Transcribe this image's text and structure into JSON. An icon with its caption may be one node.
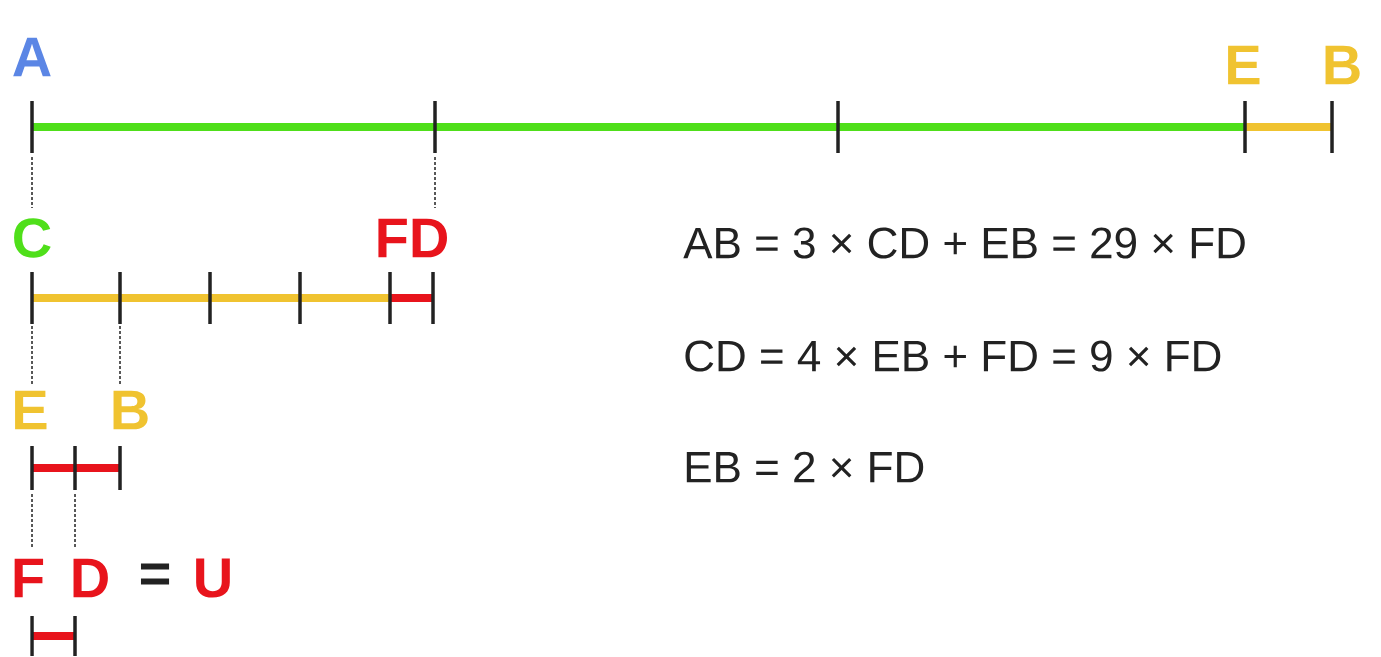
{
  "diagram": {
    "labels": [
      "A",
      "E",
      "B",
      "C",
      "FD",
      "AB = 3 × CD + EB = 29 × FD",
      "CD = 4 × EB + FD = 9 × FD",
      "E",
      "B",
      "EB = 2 × FD",
      "F",
      "D",
      "=",
      "U"
    ]
  }
}
